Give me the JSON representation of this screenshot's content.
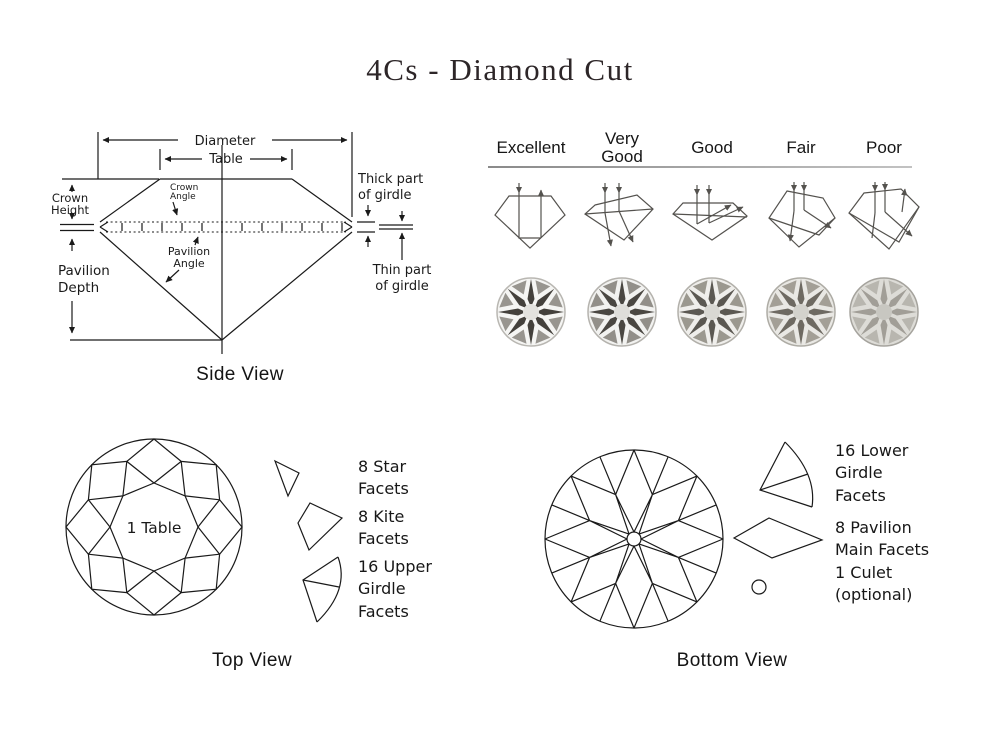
{
  "title": "4Cs - Diamond Cut",
  "colors": {
    "ink": "#1a1a1a",
    "title_ink": "#2d2628",
    "rule": "#8a8a8a"
  },
  "side_view": {
    "caption": "Side View",
    "labels": {
      "diameter": "Diameter",
      "table": "Table",
      "crown_height": [
        "Crown",
        "Height"
      ],
      "crown_angle": [
        "Crown",
        "Angle"
      ],
      "pavilion_angle": [
        "Pavilion",
        "Angle"
      ],
      "pavilion_depth": [
        "Pavilion",
        "Depth"
      ],
      "thick_girdle": [
        "Thick part",
        "of girdle"
      ],
      "thin_girdle": [
        "Thin part",
        "of girdle"
      ]
    }
  },
  "grades": {
    "items": [
      {
        "name": "excellent",
        "l1": "Excellent",
        "l2": ""
      },
      {
        "name": "very-good",
        "l1": "Very",
        "l2": "Good"
      },
      {
        "name": "good",
        "l1": "Good",
        "l2": ""
      },
      {
        "name": "fair",
        "l1": "Fair",
        "l2": ""
      },
      {
        "name": "poor",
        "l1": "Poor",
        "l2": ""
      }
    ]
  },
  "top_view": {
    "caption": "Top View",
    "table_label": "1 Table",
    "legend": [
      {
        "icon": "star-facet-icon",
        "label": "8 Star Facets"
      },
      {
        "icon": "kite-facet-icon",
        "label": "8 Kite Facets"
      },
      {
        "icon": "upper-girdle-facet-icon",
        "label": "16 Upper Girdle Facets"
      }
    ]
  },
  "bottom_view": {
    "caption": "Bottom View",
    "legend": [
      {
        "icon": "lower-girdle-facet-icon",
        "label": "16 Lower Girdle Facets"
      },
      {
        "icon": "pavilion-main-facet-icon",
        "label": "8 Pavilion Main Facets"
      },
      {
        "icon": "culet-icon",
        "label": "1 Culet (optional)"
      }
    ]
  }
}
